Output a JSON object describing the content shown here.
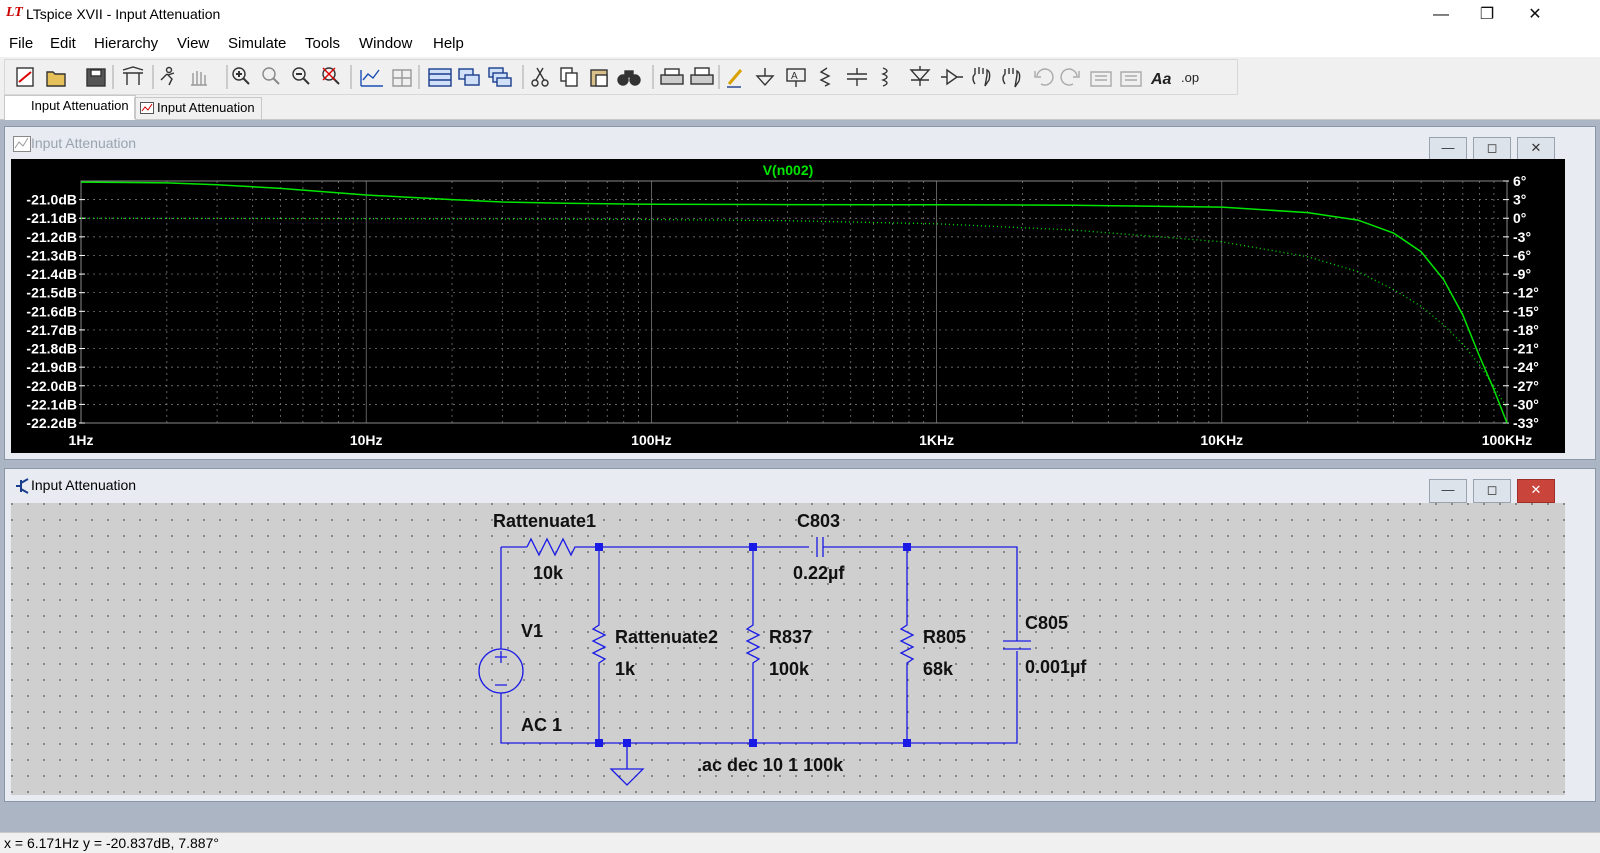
{
  "app": {
    "title": "LTspice XVII - Input Attenuation"
  },
  "menu": [
    "File",
    "Edit",
    "Hierarchy",
    "View",
    "Simulate",
    "Tools",
    "Window",
    "Help"
  ],
  "toolbar_icons": [
    "new-schematic-icon",
    "open-icon",
    "save-icon",
    "control-panel-icon",
    "run-icon",
    "halt-icon",
    "zoom-in-icon",
    "zoom-pan-icon",
    "zoom-out-icon",
    "zoom-fit-icon",
    "autorange-icon",
    "grid-icon",
    "tile-horizontal-icon",
    "tile-vertical-icon",
    "cascade-icon",
    "cut-icon",
    "copy-icon",
    "paste-icon",
    "find-icon",
    "print-setup-icon",
    "print-icon",
    "draw-wire-icon",
    "ground-icon",
    "label-net-icon",
    "resistor-icon",
    "capacitor-icon",
    "inductor-icon",
    "diode-icon",
    "component-icon",
    "move-icon",
    "drag-icon",
    "undo-icon",
    "redo-icon",
    "rotate-icon",
    "mirror-icon",
    "text-icon",
    "spice-directive-icon"
  ],
  "tabs": [
    "Input Attenuation",
    "Input Attenuation"
  ],
  "plot_pane": {
    "title": "Input Attenuation"
  },
  "schematic_pane": {
    "title": "Input Attenuation"
  },
  "chart_data": {
    "type": "line",
    "title": "V(n002)",
    "x_scale": "log",
    "xlim": [
      1,
      100000
    ],
    "x_ticks": [
      "1Hz",
      "10Hz",
      "100Hz",
      "1KHz",
      "10KHz",
      "100KHz"
    ],
    "y_left_ticks": [
      "-21.0dB",
      "-21.1dB",
      "-21.2dB",
      "-21.3dB",
      "-21.4dB",
      "-21.5dB",
      "-21.6dB",
      "-21.7dB",
      "-21.8dB",
      "-21.9dB",
      "-22.0dB",
      "-22.1dB",
      "-22.2dB"
    ],
    "y_right_ticks": [
      "6°",
      "3°",
      "0°",
      "-3°",
      "-6°",
      "-9°",
      "-12°",
      "-15°",
      "-18°",
      "-21°",
      "-24°",
      "-27°",
      "-30°",
      "-33°"
    ],
    "ylim_db": [
      -22.2,
      -20.9
    ],
    "ylim_phase": [
      -33,
      6
    ],
    "grid": true,
    "colors": {
      "background": "#000000",
      "trace": "#00e600",
      "grid": "#888888",
      "title": "#00e600",
      "axis_text": "#ffffff"
    },
    "series": [
      {
        "name": "magnitude",
        "style": "solid",
        "x": [
          1,
          2,
          3,
          5,
          10,
          20,
          30,
          50,
          100,
          300,
          1000,
          3000,
          10000,
          20000,
          30000,
          40000,
          50000,
          60000,
          70000,
          80000,
          90000,
          100000
        ],
        "y": [
          -20.906,
          -20.91,
          -20.92,
          -20.94,
          -20.975,
          -21.0,
          -21.013,
          -21.02,
          -21.025,
          -21.027,
          -21.028,
          -21.03,
          -21.04,
          -21.07,
          -21.11,
          -21.18,
          -21.28,
          -21.43,
          -21.62,
          -21.84,
          -22.02,
          -22.2
        ]
      },
      {
        "name": "phase",
        "style": "dotted",
        "x": [
          1,
          3,
          10,
          30,
          100,
          300,
          1000,
          3000,
          10000,
          20000,
          30000,
          40000,
          50000,
          60000,
          70000,
          80000,
          90000,
          100000
        ],
        "y": [
          0.0,
          -0.05,
          -0.08,
          -0.1,
          -0.2,
          -0.4,
          -0.9,
          -1.9,
          -3.8,
          -6.2,
          -8.6,
          -11.5,
          -14.2,
          -17.2,
          -20.3,
          -23.6,
          -27.1,
          -30.6
        ]
      }
    ]
  },
  "schematic": {
    "components": {
      "rattenuate1": {
        "name": "Rattenuate1",
        "value": "10k"
      },
      "rattenuate2": {
        "name": "Rattenuate2",
        "value": "1k"
      },
      "r837": {
        "name": "R837",
        "value": "100k"
      },
      "r805": {
        "name": "R805",
        "value": "68k"
      },
      "c803": {
        "name": "C803",
        "value": "0.22µf"
      },
      "c805": {
        "name": "C805",
        "value": "0.001µf"
      },
      "v1": {
        "name": "V1",
        "value": "AC 1"
      }
    },
    "directive": ".ac dec 10 1 100k",
    "wire_color": "#1a1ae6",
    "background": "#cfcfcf"
  },
  "status": {
    "text": "x = 6.171Hz    y = -20.837dB, 7.887°"
  }
}
